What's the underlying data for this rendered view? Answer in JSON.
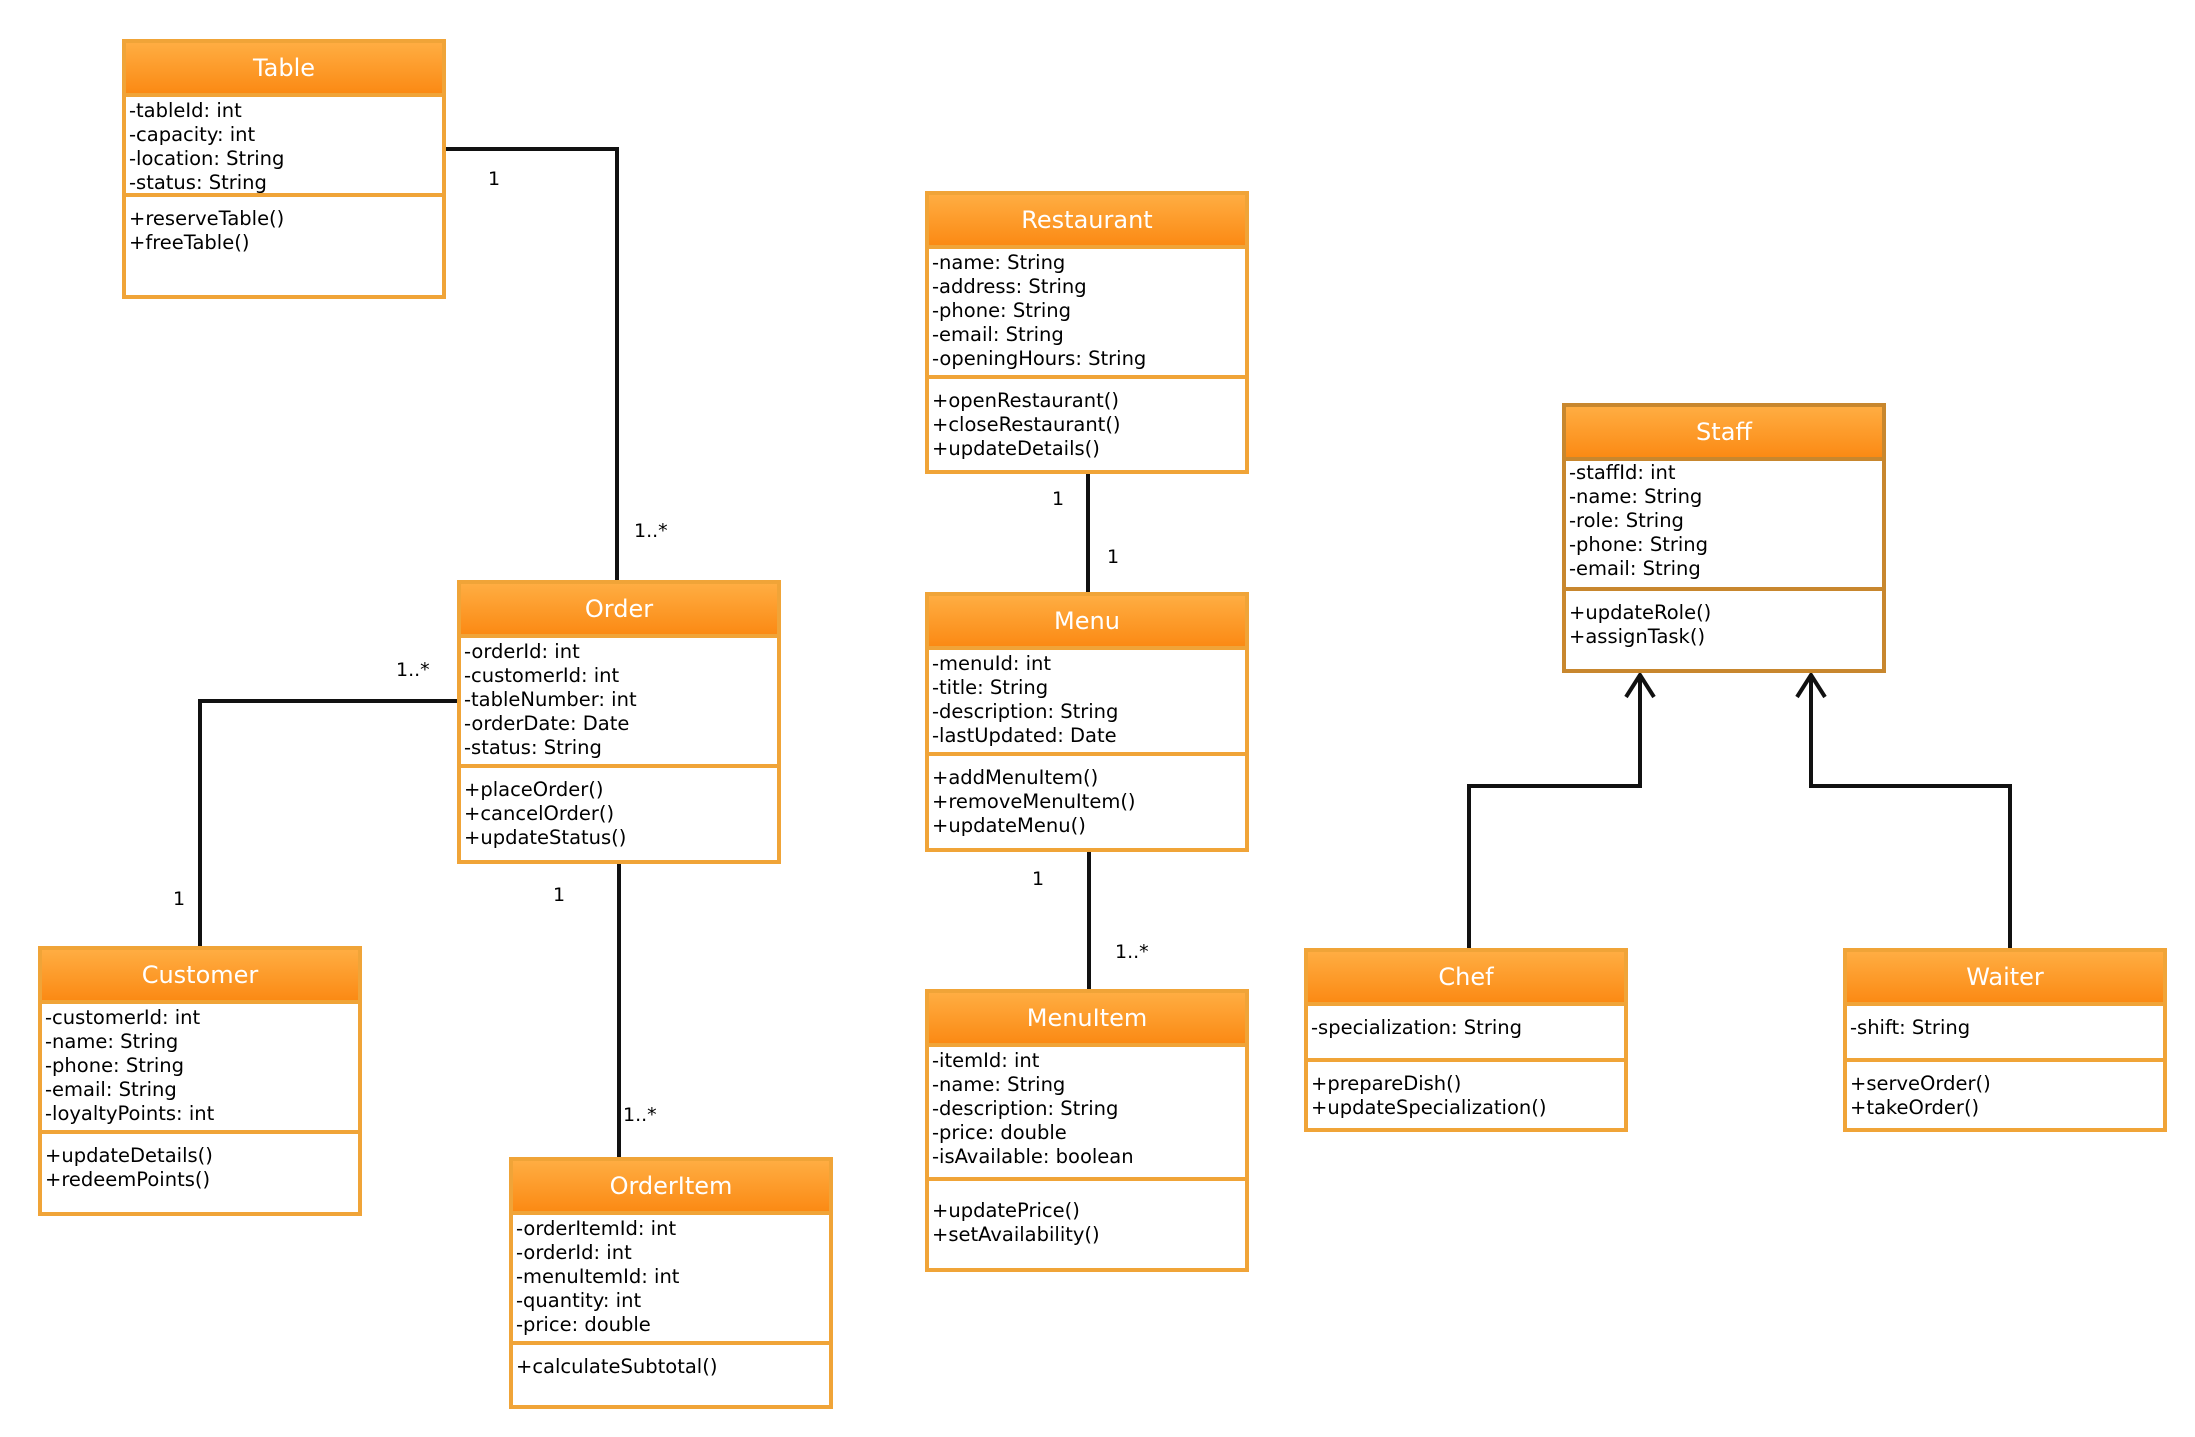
{
  "classes": {
    "table": {
      "name": "Table",
      "attributes": [
        "-tableId: int",
        "-capacity: int",
        "-location: String",
        "-status: String"
      ],
      "methods": [
        "+reserveTable()",
        "+freeTable()"
      ]
    },
    "order": {
      "name": "Order",
      "attributes": [
        "-orderId: int",
        "-customerId: int",
        "-tableNumber: int",
        "-orderDate: Date",
        "-status: String"
      ],
      "methods": [
        "+placeOrder()",
        "+cancelOrder()",
        "+updateStatus()"
      ]
    },
    "customer": {
      "name": "Customer",
      "attributes": [
        "-customerId: int",
        "-name: String",
        "-phone: String",
        "-email: String",
        "-loyaltyPoints: int"
      ],
      "methods": [
        "+updateDetails()",
        "+redeemPoints()"
      ]
    },
    "orderitem": {
      "name": "OrderItem",
      "attributes": [
        "-orderItemId: int",
        "-orderId: int",
        "-menuItemId: int",
        "-quantity: int",
        "-price: double"
      ],
      "methods": [
        "+calculateSubtotal()"
      ]
    },
    "restaurant": {
      "name": "Restaurant",
      "attributes": [
        "-name: String",
        "-address: String",
        "-phone: String",
        "-email: String",
        "-openingHours: String"
      ],
      "methods": [
        "+openRestaurant()",
        "+closeRestaurant()",
        "+updateDetails()"
      ]
    },
    "menu": {
      "name": "Menu",
      "attributes": [
        "-menuId: int",
        "-title: String",
        "-description: String",
        "-lastUpdated: Date"
      ],
      "methods": [
        "+addMenuItem()",
        "+removeMenuItem()",
        "+updateMenu()"
      ]
    },
    "menuitem": {
      "name": "MenuItem",
      "attributes": [
        "-itemId: int",
        "-name: String",
        "-description: String",
        "-price: double",
        "-isAvailable: boolean"
      ],
      "methods": [
        "+updatePrice()",
        "+setAvailability()"
      ]
    },
    "staff": {
      "name": "Staff",
      "attributes": [
        "-staffId: int",
        "-name: String",
        "-role: String",
        "-phone: String",
        "-email: String"
      ],
      "methods": [
        "+updateRole()",
        "+assignTask()"
      ]
    },
    "chef": {
      "name": "Chef",
      "attributes": [
        "-specialization: String"
      ],
      "methods": [
        "+prepareDish()",
        "+updateSpecialization()"
      ]
    },
    "waiter": {
      "name": "Waiter",
      "attributes": [
        "-shift: String"
      ],
      "methods": [
        "+serveOrder()",
        "+takeOrder()"
      ]
    }
  },
  "multiplicities": {
    "table_order_table_end": "1",
    "table_order_order_end": "1..*",
    "customer_order_order_end": "1..*",
    "customer_order_customer_end": "1",
    "order_orderitem_order_end": "1",
    "order_orderitem_item_end": "1..*",
    "restaurant_menu_restaurant_end": "1",
    "restaurant_menu_menu_end": "1",
    "menu_menuitem_menu_end": "1",
    "menu_menuitem_item_end": "1..*"
  },
  "relations": [
    {
      "type": "association",
      "from": "Table",
      "to": "Order"
    },
    {
      "type": "association",
      "from": "Customer",
      "to": "Order"
    },
    {
      "type": "association",
      "from": "Order",
      "to": "OrderItem"
    },
    {
      "type": "association",
      "from": "Restaurant",
      "to": "Menu"
    },
    {
      "type": "association",
      "from": "Menu",
      "to": "MenuItem"
    },
    {
      "type": "generalization",
      "from": "Chef",
      "to": "Staff"
    },
    {
      "type": "generalization",
      "from": "Waiter",
      "to": "Staff"
    }
  ],
  "colors": {
    "header_top": "#ffad42",
    "header_bottom": "#fb8a14",
    "border": "#f0a438",
    "staff_border": "#c8872e",
    "line": "#111111"
  }
}
